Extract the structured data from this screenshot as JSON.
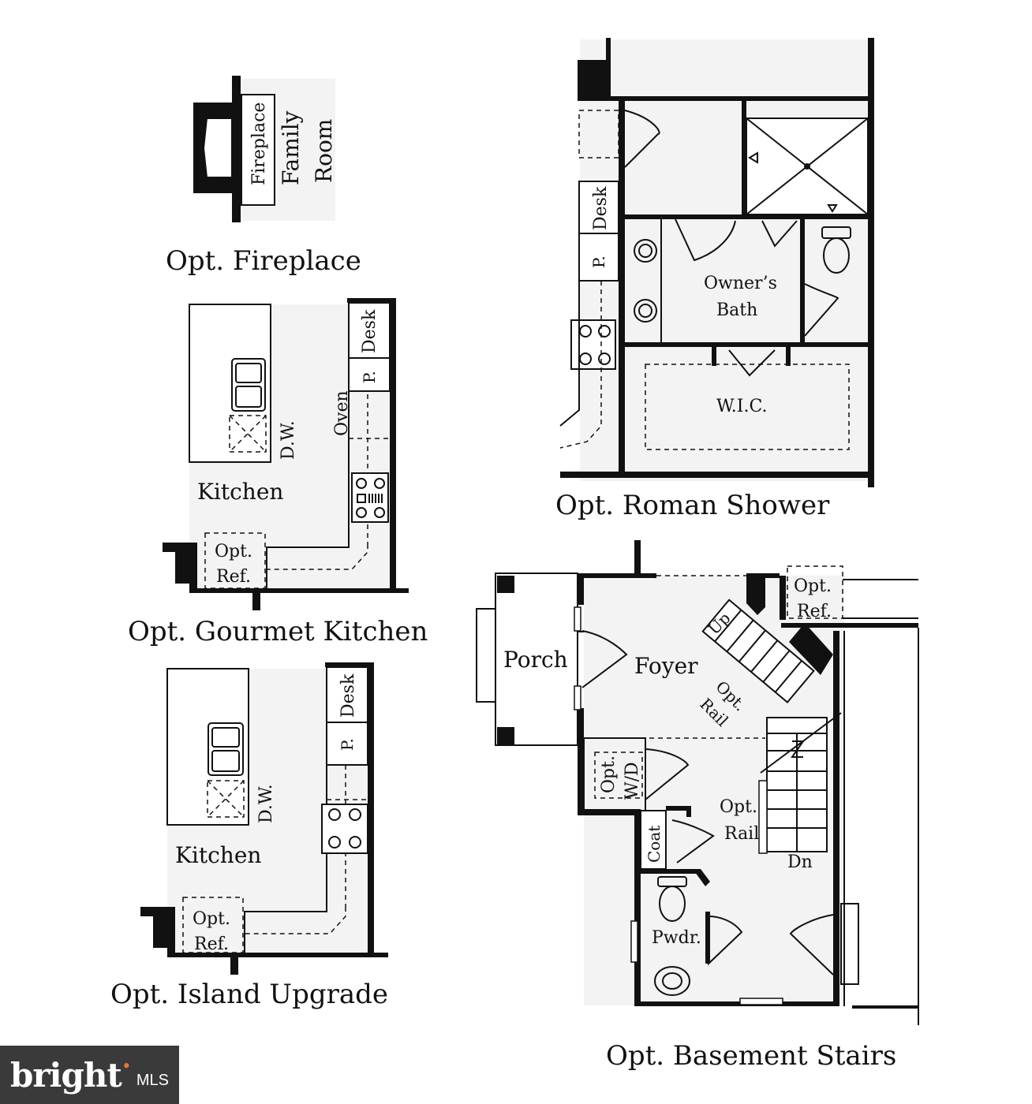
{
  "panels": {
    "fireplace": {
      "title": "Opt. Fireplace",
      "labels": [
        "Fireplace",
        "Family",
        "Room"
      ]
    },
    "gourmet_kitchen": {
      "title": "Opt. Gourmet Kitchen",
      "labels": {
        "kitchen": "Kitchen",
        "desk": "Desk",
        "pantry": "P.",
        "oven": "Oven",
        "dishwasher": "D.W.",
        "ref_line1": "Opt.",
        "ref_line2": "Ref."
      }
    },
    "island_upgrade": {
      "title": "Opt. Island Upgrade",
      "labels": {
        "kitchen": "Kitchen",
        "desk": "Desk",
        "pantry": "P.",
        "dishwasher": "D.W.",
        "ref_line1": "Opt.",
        "ref_line2": "Ref."
      }
    },
    "roman_shower": {
      "title": "Opt. Roman Shower",
      "labels": {
        "desk": "Desk",
        "pantry": "P.",
        "bath_line1": "Owner’s",
        "bath_line2": "Bath",
        "closet": "W.I.C."
      }
    },
    "basement_stairs": {
      "title": "Opt. Basement Stairs",
      "labels": {
        "porch": "Porch",
        "foyer": "Foyer",
        "up": "Up",
        "rail1_line1": "Opt.",
        "rail1_line2": "Rail",
        "rail2_line1": "Opt.",
        "rail2_line2": "Rail",
        "ref_line1": "Opt.",
        "ref_line2": "Ref.",
        "wd_line1": "Opt.",
        "wd_line2": "W/D",
        "coat": "Coat",
        "powder": "Pwdr.",
        "down": "Dn"
      }
    }
  },
  "watermark": {
    "brand": "bright",
    "suffix": "MLS"
  }
}
